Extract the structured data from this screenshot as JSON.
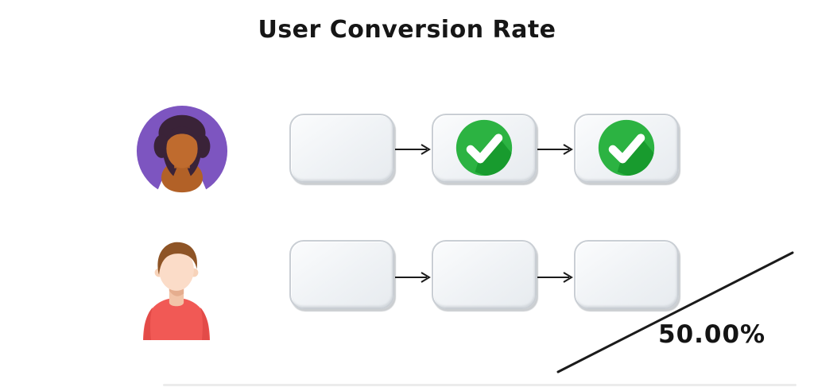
{
  "title": "User Conversion Rate",
  "metric": {
    "value": "50.00%"
  },
  "funnel": {
    "rows": [
      {
        "avatar_icon": "woman-purple-avatar-icon",
        "steps": [
          {
            "name": "step-1",
            "completed": false
          },
          {
            "name": "step-2",
            "completed": true
          },
          {
            "name": "step-3",
            "completed": true
          }
        ]
      },
      {
        "avatar_icon": "man-red-shirt-avatar-icon",
        "steps": [
          {
            "name": "step-1",
            "completed": false
          },
          {
            "name": "step-2",
            "completed": false
          },
          {
            "name": "step-3",
            "completed": false
          }
        ]
      }
    ]
  },
  "icons": {
    "completed_step": "green-checkmark-icon"
  },
  "colors": {
    "check_green": "#2cb342",
    "check_green_shadow": "#189b2e",
    "avatar_purple": "#7d55c0",
    "avatar_skin_dark": "#bf6b2e",
    "avatar_skin_light": "#fbdcc8",
    "avatar_hair_dark": "#3a2338",
    "avatar_hair_brown": "#8e5426",
    "shirt_red": "#f15955",
    "box_fill": "#eef1f4",
    "box_border": "#c9ced4",
    "line_black": "#1b1b1b",
    "title_black": "#161616"
  }
}
